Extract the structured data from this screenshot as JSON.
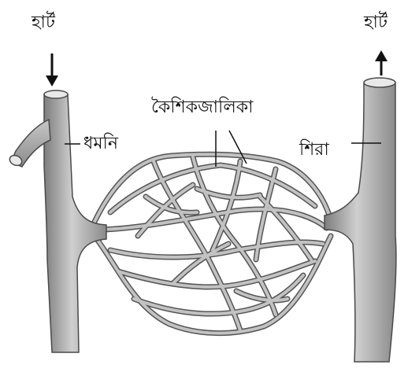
{
  "labels": {
    "heart_left": "হার্ট",
    "heart_right": "হার্ট",
    "artery": "ধমনি",
    "capillaries": "কৈশিকজালিকা",
    "vein": "শিরা"
  },
  "colors": {
    "vessel_fill": "#b5b5b5",
    "vessel_shade": "#7d7d7d",
    "vessel_highlight": "#e4e4e4",
    "vessel_outline": "#4a4a4a",
    "label_text": "#111111"
  },
  "flow_arrows": {
    "into_artery": "down-arrow-icon",
    "out_of_vein": "up-arrow-icon"
  }
}
